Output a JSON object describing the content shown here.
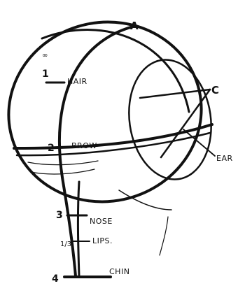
{
  "diagram": {
    "points": {
      "a": "A",
      "c": "C"
    },
    "marks": {
      "hair": {
        "number": "1",
        "label": "HAIR"
      },
      "brow": {
        "number": "2",
        "label": "BROW"
      },
      "nose": {
        "number": "3",
        "label": "NOSE"
      },
      "lips": {
        "number": "1/3",
        "label": "LIPS."
      },
      "chin": {
        "number": "4",
        "label": "CHIN"
      }
    },
    "ear_label": "EAR",
    "infinity_mark": "∞"
  }
}
